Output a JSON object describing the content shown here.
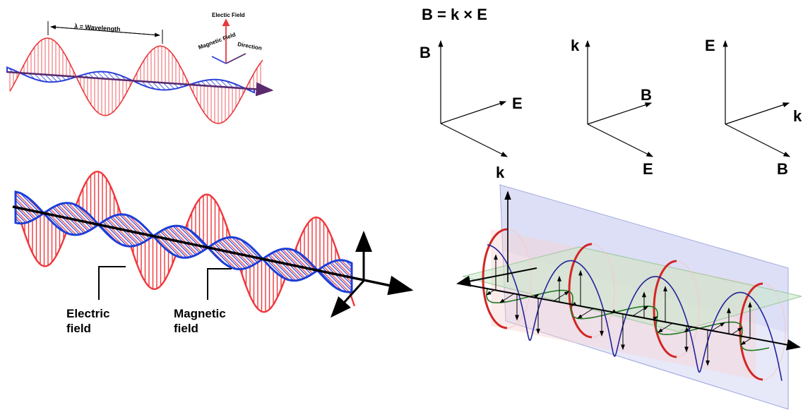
{
  "panel1": {
    "wavelength_label": "λ = Wavelength",
    "electric_field_label": "Electic Field",
    "magnetic_field_label": "Magnetic Field",
    "direction_label": "Direction",
    "colors": {
      "electric": "#e8383d",
      "magnetic": "#2a3fd9",
      "axis": "#5b2a6e"
    }
  },
  "panel2": {
    "electric_label": "Electric field",
    "magnetic_label": "Magnetic field",
    "colors": {
      "electric": "#f0373c",
      "magnetic": "#1d3fd6",
      "axis": "#000000"
    }
  },
  "panel3": {
    "equation": "B = k × E",
    "triads": [
      {
        "up": "B",
        "right": "E",
        "down": "k"
      },
      {
        "up": "k",
        "right": "B",
        "down": "E"
      },
      {
        "up": "E",
        "right": "k",
        "down": "B"
      }
    ]
  },
  "panel4": {
    "colors": {
      "electric": "#d42525",
      "magnetic": "#22229a",
      "green": "#1f7a1f",
      "plane_blue": "#aab3e6",
      "plane_green": "#bfe3bf",
      "cylinder": "#f4c9c9"
    }
  }
}
